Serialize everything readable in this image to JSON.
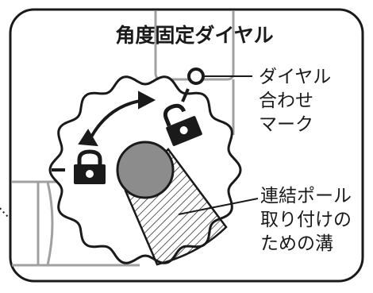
{
  "title": "角度固定ダイヤル",
  "labels": {
    "alignment_mark": [
      "ダイヤル",
      "合わせ",
      "マーク"
    ],
    "groove": [
      "連結ポール",
      "取り付けの",
      "ための溝"
    ]
  },
  "icons": {
    "locked": "padlock-closed-icon",
    "unlocked": "padlock-open-icon",
    "rotate": "double-arrow-icon"
  },
  "colors": {
    "outline": "#1a1a1a",
    "frame_gray": "#a0a0a0",
    "pole": "#8c8c8c"
  }
}
